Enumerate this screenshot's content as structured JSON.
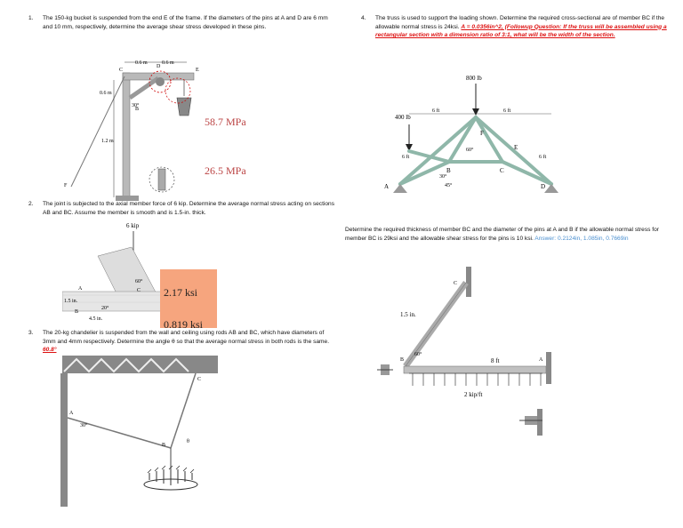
{
  "p1": {
    "number": "1.",
    "text": "The 150-kg bucket is suspended from the end E of the frame. If the diameters of the pins at A and D are 6 mm and 10 mm, respectively, determine the average shear stress developed in these pins.",
    "answer_a": "58.7 MPa",
    "answer_b": "26.5 MPa",
    "dim_top1": "0.6 m",
    "dim_top2": "0.6 m",
    "dim_left1": "0.6 m",
    "dim_left2": "1.2 m",
    "angle": "30°",
    "pt_C": "C",
    "pt_D": "D",
    "pt_E": "E",
    "pt_B": "B",
    "pt_F": "F"
  },
  "p2": {
    "number": "2.",
    "text": "The joint is subjected to the axial member force of 6 kip. Determine the average normal stress acting on sections AB and BC. Assume the member is smooth and is 1.5-in. thick.",
    "force": "6 kip",
    "angle": "60°",
    "dim1": "1.5 in.",
    "dim2": "4.5 in.",
    "angle2": "20°",
    "answer_a": "2.17 ksi",
    "answer_b": "0.819 ksi",
    "pt_A": "A",
    "pt_B": "B",
    "pt_C": "C"
  },
  "p3": {
    "number": "3.",
    "text": "The 20-kg chandelier is suspended from the wall and ceiling using rods AB and BC, which have diameters of 3mm and 4mm respectively. Determine the angle θ so that the average normal stress in both rods is the same. ",
    "answer": "60.8°",
    "angle": "30°",
    "theta": "θ",
    "pt_A": "A",
    "pt_B": "B",
    "pt_C": "C"
  },
  "p4": {
    "number": "4.",
    "text": "The truss is used to support the loading shown. Determine the required cross-sectional are of member BC if the allowable normal stress is 24ksi. ",
    "followup": "A = 0.0356in^2, (Followup Question: If the truss will be assembled using a rectangular section with a dimension ratio of 3:1, what will be the width of the section.",
    "load_top": "800 lb",
    "load_left": "400 lb",
    "dim_6ft": "6 ft",
    "angle60": "60°",
    "angle30": "30°",
    "angle45": "45°",
    "pt_A": "A",
    "pt_B": "B",
    "pt_C": "C",
    "pt_D": "D",
    "pt_E": "E",
    "pt_F": "F"
  },
  "p5": {
    "text": "Determine the required thickness of member BC and the diameter of the pins at A and B if the allowable normal stress for member BC is 29ksi and the allowable shear stress for the pins is 10 ksi. ",
    "answer": "Answer: 0.2124in, 1.085in, 0.7669in",
    "dim": "1.5 in.",
    "angle": "60°",
    "span": "8 ft",
    "load": "2 kip/ft",
    "pt_A": "A",
    "pt_B": "B",
    "pt_C": "C"
  }
}
